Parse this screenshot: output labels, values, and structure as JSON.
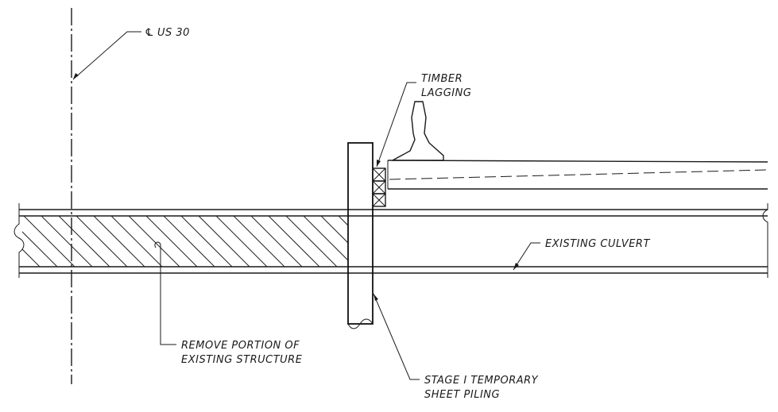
{
  "labels": {
    "centerline_symbol": "℄",
    "centerline_road": "US 30",
    "timber_lagging_line1": "TIMBER",
    "timber_lagging_line2": "LAGGING",
    "existing_culvert": "EXISTING CULVERT",
    "remove_portion_line1": "REMOVE PORTION OF",
    "remove_portion_line2": "EXISTING STRUCTURE",
    "sheet_piling_line1": "STAGE I TEMPORARY",
    "sheet_piling_line2": "SHEET PILING"
  },
  "colors": {
    "ink": "#1a1a1a",
    "paper": "#ffffff"
  }
}
